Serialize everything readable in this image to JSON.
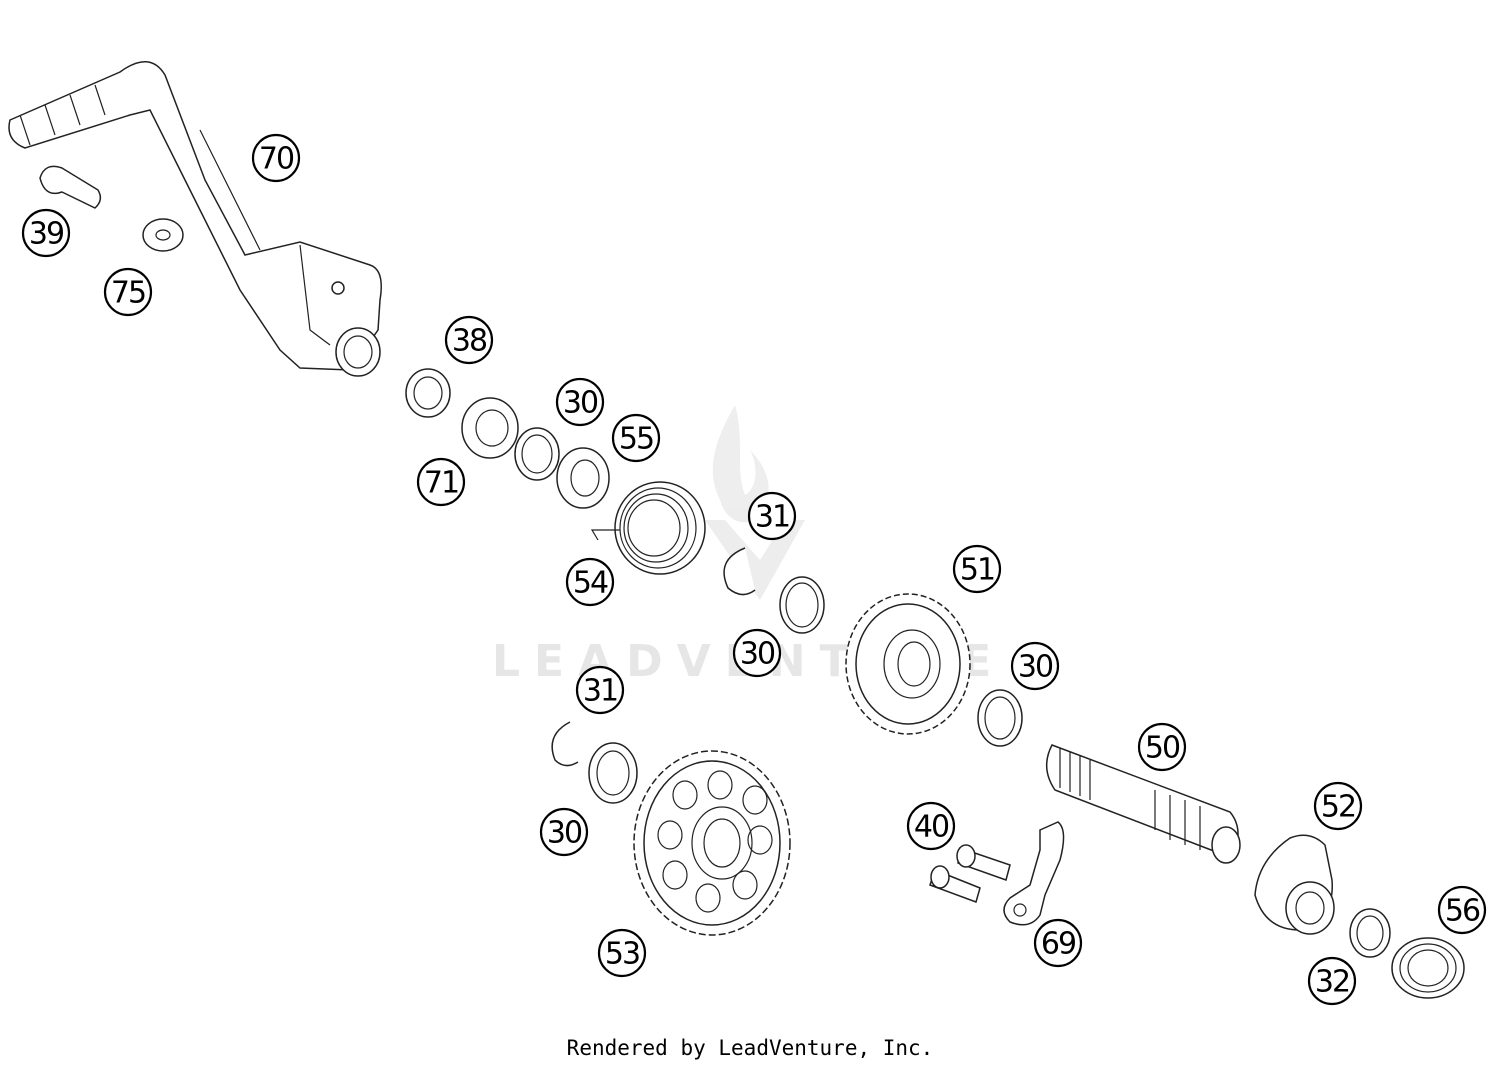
{
  "diagram": {
    "type": "exploded-parts-diagram",
    "callouts": [
      "70",
      "39",
      "75",
      "38",
      "30",
      "55",
      "71",
      "31",
      "54",
      "51",
      "30",
      "31",
      "30",
      "50",
      "40",
      "52",
      "56",
      "53",
      "69",
      "32",
      "30"
    ],
    "watermark": "LEADVENTURE",
    "footer": "Rendered by LeadVenture, Inc."
  },
  "colors": {
    "line": "#222222",
    "background": "#ffffff",
    "watermark": "#e4e4e4"
  }
}
